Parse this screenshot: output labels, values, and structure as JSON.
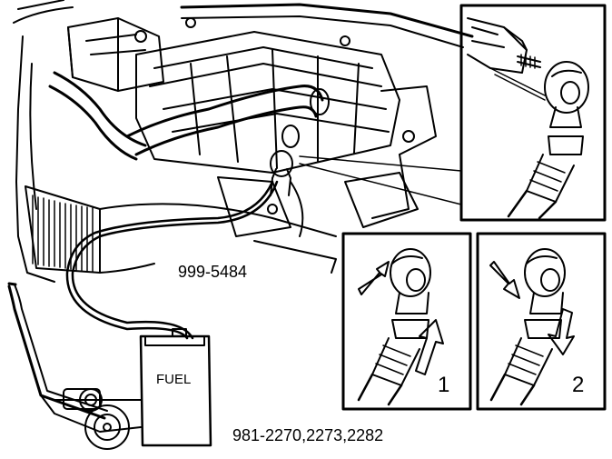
{
  "labels": {
    "tool_pressure_gauge": "999-5484",
    "tool_fuel_drain_unit": "981-2270,2273,2282",
    "tank_label": "FUEL"
  },
  "steps": [
    {
      "number": "1",
      "direction": "connect"
    },
    {
      "number": "2",
      "direction": "disconnect"
    }
  ],
  "colors": {
    "line": "#000000",
    "background": "#ffffff"
  }
}
